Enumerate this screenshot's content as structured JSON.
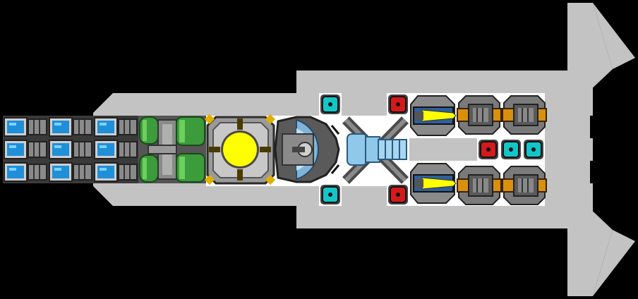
{
  "scene": {
    "background": "#000000",
    "hull_color": "#c3c3c3",
    "floor_color": "#ffffff",
    "vent_color": "#000000"
  },
  "palette": {
    "metal_dark": "#3a3a3a",
    "metal_mid": "#6e6e6e",
    "metal_light": "#a9a9a9",
    "blue_glow": "#1f8fd8",
    "blue_light": "#7fd2ff",
    "green": "#3c9b3a",
    "green_light": "#6ccf5e",
    "yellow_core": "#ffff00",
    "gold": "#e0b000",
    "cyan": "#12c6c8",
    "red": "#d41a1a",
    "orange": "#d9900d",
    "shield_blue": "#7fb4d8",
    "ice_blue": "#8fc8e8"
  },
  "modules": {
    "battery_cells": {
      "count": 9,
      "icon": "battery-cell-icon"
    },
    "fuel_tanks": {
      "icon": "green-fuel-tank-icon"
    },
    "reactor_core": {
      "icon": "yellow-reactor-core-icon"
    },
    "shield_generator": {
      "icon": "shield-dome-icon"
    },
    "thruster": {
      "icon": "crossed-thruster-icon"
    },
    "small_nodes": {
      "count": 7,
      "icons": [
        "cyan-node-icon",
        "red-node-icon"
      ]
    },
    "lasers": {
      "count": 2,
      "icon": "yellow-laser-turret-icon"
    },
    "cannons": {
      "count": 4,
      "icon": "orange-cannon-icon"
    }
  }
}
